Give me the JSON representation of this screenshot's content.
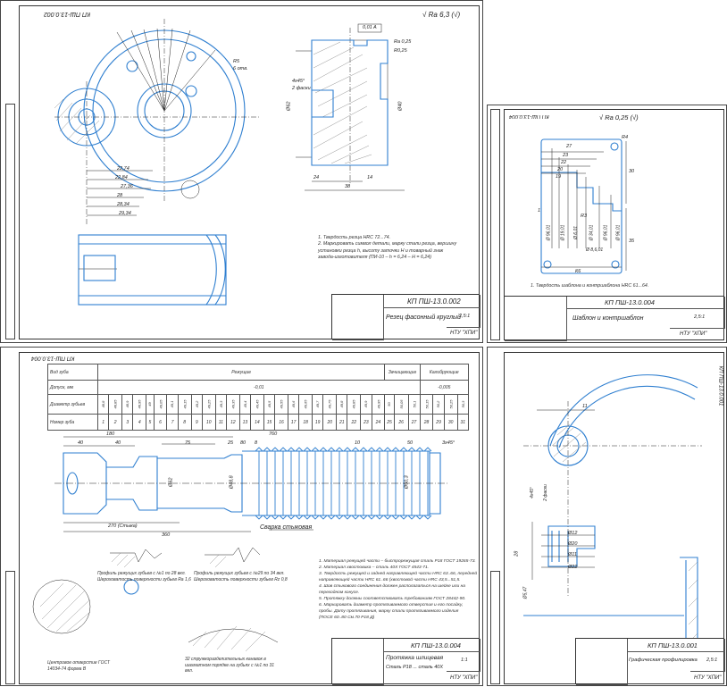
{
  "sheet1": {
    "stamp": "КП ПШ-13.0.002",
    "roughness": "Ra 6,3",
    "title_code": "КП ПШ-13.0.002",
    "title_name": "Резец фасонный круглый",
    "scale": "2,5:1",
    "org": "НТУ \"ХПИ\"",
    "notes": [
      "1. Твердость резца HRC 72...74.",
      "2. Маркировать символ детали, марку стали резца, вершину",
      "установки резца h, высоту заточки H и товарный знак",
      "завода-изготовителя (ПИ-10 – h = 6,24 – H = 6,24)"
    ],
    "dims": [
      "22,74",
      "22,84",
      "27,36",
      "28",
      "28,34",
      "29,34",
      "24",
      "38",
      "14",
      "R5",
      "6 отв.",
      "4x45°",
      "2 фаски",
      "0,01 A",
      "Ra 0,25",
      "R0,25",
      "Ø62",
      "Ø40"
    ]
  },
  "sheet2": {
    "stamp": "КП ПШ-13.0.004",
    "roughness": "Ra 0,25",
    "title_code": "КП ПШ-13.0.004",
    "title_name": "Шаблон и контршаблон",
    "scale": "2,5:1",
    "org": "НТУ \"ХПИ\"",
    "notes": [
      "1. Твердость шаблона и контршаблона HRC 61...64."
    ],
    "dims": [
      "27",
      "23",
      "22",
      "20",
      "19",
      "30",
      "35",
      "R3",
      "R4",
      "1",
      "Ø 96,01",
      "Ø 19,01",
      "Ø 6,01",
      "Ø 34,01",
      "Ø 96,01",
      "Ø 96,01",
      "Ø 8,6,01",
      "К6"
    ]
  },
  "sheet3": {
    "stamp": "КП ПШ-13.0.004",
    "title_code": "КП ПШ-13.0.004",
    "title_name": "Протяжка шлицевая",
    "material": "Сталь Р18 ... сталь 40Х",
    "scale": "1:1",
    "org": "НТУ \"ХПИ\"",
    "table": {
      "col_headers": [
        "Режущие",
        "Зачищающие",
        "Калибрующие"
      ],
      "rows": [
        "Вид зуба",
        "Допуск, мм",
        "Диаметр зубьев",
        "Номер зуба"
      ],
      "tolerance_cut": "-0,01",
      "tolerance_cal": "-0,005",
      "diameters": [
        "48,8",
        "48,85",
        "48,9",
        "48,95",
        "49",
        "49,05",
        "49,1",
        "49,15",
        "49,2",
        "49,25",
        "49,3",
        "49,35",
        "49,4",
        "49,45",
        "49,5",
        "49,55",
        "49,6",
        "49,65",
        "49,7",
        "49,75",
        "49,8",
        "49,85",
        "49,9",
        "49,95",
        "50",
        "50,05",
        "50,1",
        "50,15",
        "50,2",
        "50,25",
        "50,3"
      ],
      "numbers": [
        "1",
        "2",
        "3",
        "4",
        "5",
        "6",
        "7",
        "8",
        "9",
        "10",
        "11",
        "12",
        "13",
        "14",
        "15",
        "16",
        "17",
        "18",
        "19",
        "20",
        "21",
        "22",
        "23",
        "24",
        "25",
        "26",
        "27",
        "28",
        "29",
        "30",
        "31"
      ]
    },
    "dims": [
      "760",
      "180",
      "40",
      "40",
      "75",
      "25",
      "80",
      "8",
      "10",
      "50",
      "3x45°",
      "270 (Стыка)",
      "360",
      "Ø62",
      "Ø48,8",
      "Ø50,3"
    ],
    "weld_label": "Сварка стыковая",
    "profile1": "Профиль режущих зубьев с №1 по 28 вкл. Шероховатость поверхности зубьев Ra 1,6",
    "profile2": "Профиль режущих зубьев с №29 по 34 вкл. Шероховатость поверхности зубьев Rz 0,8",
    "chipbreaker": "32 стружкоразделительных канавок в шахматном порядке на зубьях с №1 по 31 вкл.",
    "center": "Центровое отверстие ГОСТ 14034-74 форма B",
    "notes": [
      "1. Материал режущей части – быстрорежущая сталь Р18 ГОСТ 19265-73.",
      "2. Материал хвостовика – сталь 40Х ГОСТ 4543-71.",
      "3. Твердость режущей и задней направляющей части HRC 63..66, передней",
      "направляющей части HRC 61..66 (хвостовой части HRC 43,5...51,5.",
      "4. Шов стыкового соединения должен располагаться на шейке или на",
      "переходном конусе.",
      "5. Протяжку должны соответствовать требованиям ГОСТ 28442-90.",
      "6. Маркировать диаметр протягиваемого отверстия и его посадку,",
      "пробы. Дату протягивания, марку стали протягиваемого изделия",
      "(ПОСЕ 60..80 См.70 Р18 Д)"
    ]
  },
  "sheet4": {
    "stamp": "КП ПШ-13.0.001",
    "title_code": "КП ПШ-13.0.001",
    "title_name": "Графическая профилировка",
    "scale": "2,5:1",
    "org": "НТУ \"ХПИ\"",
    "dims": [
      "11",
      "4x45°",
      "2 фаски",
      "28",
      "Ø5,47",
      "Ø12",
      "Ø20",
      "Ø22",
      "Ø11"
    ]
  }
}
